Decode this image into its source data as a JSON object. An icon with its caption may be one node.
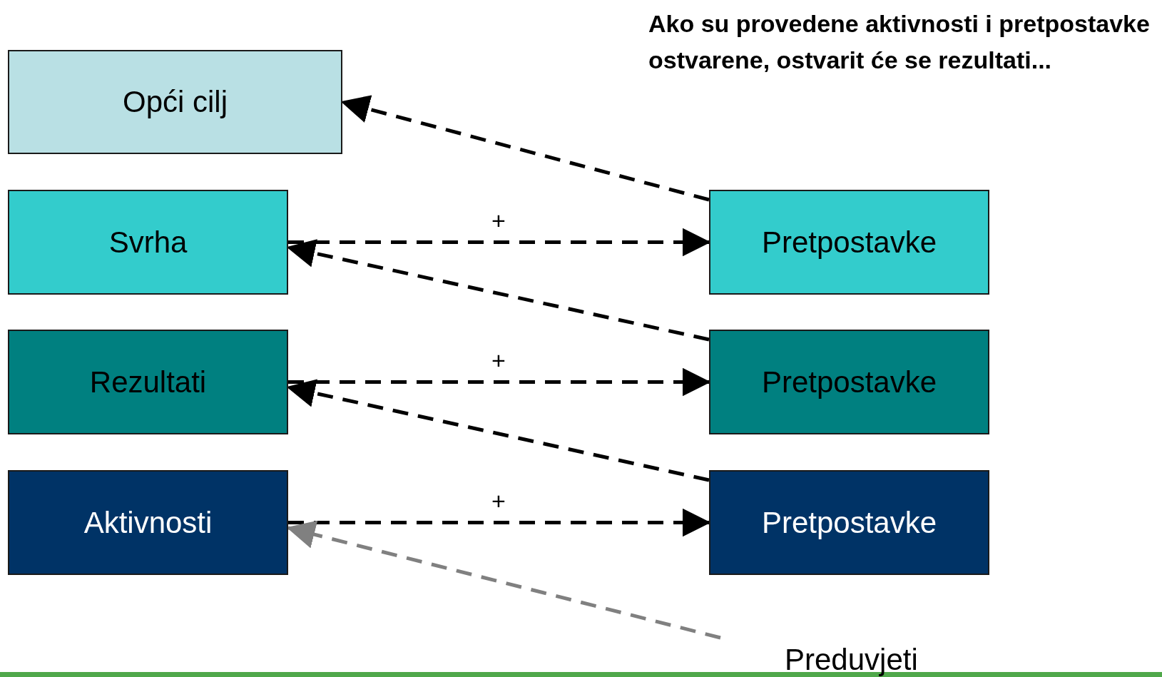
{
  "diagram": {
    "nodes": [
      {
        "text": [
          "Opći cilj"
        ]
      },
      {
        "text": [
          "Svrha"
        ]
      },
      {
        "text": [
          "Rezultati"
        ]
      },
      {
        "text": [
          "Aktivnosti"
        ]
      },
      {
        "text": [
          "Pretpostavke"
        ]
      },
      {
        "text": [
          "Pretpostavke"
        ]
      },
      {
        "text": [
          "Pretpostavke"
        ]
      },
      {
        "text": [
          "Preduvjeti"
        ]
      }
    ],
    "edges": [
      {
        "from": 4,
        "to": 0,
        "arrow": "to",
        "style": "dashed"
      },
      {
        "from": 1,
        "to": 4,
        "arrow": "to",
        "style": "dashed",
        "label": "+"
      },
      {
        "from": 5,
        "to": 1,
        "arrow": "to",
        "style": "dashed"
      },
      {
        "from": 2,
        "to": 5,
        "arrow": "to",
        "style": "dashed",
        "label": "+"
      },
      {
        "from": 6,
        "to": 2,
        "arrow": "to",
        "style": "dashed"
      },
      {
        "from": 3,
        "to": 6,
        "arrow": "to",
        "style": "dashed",
        "label": "+"
      },
      {
        "from": 7,
        "to": 3,
        "arrow": "to",
        "style": "dashed",
        "color": "#808080"
      }
    ],
    "labels": [
      "Ako su provedene aktivnosti i pretpostavke ostvarene, ostvarit će se rezultati..."
    ]
  }
}
